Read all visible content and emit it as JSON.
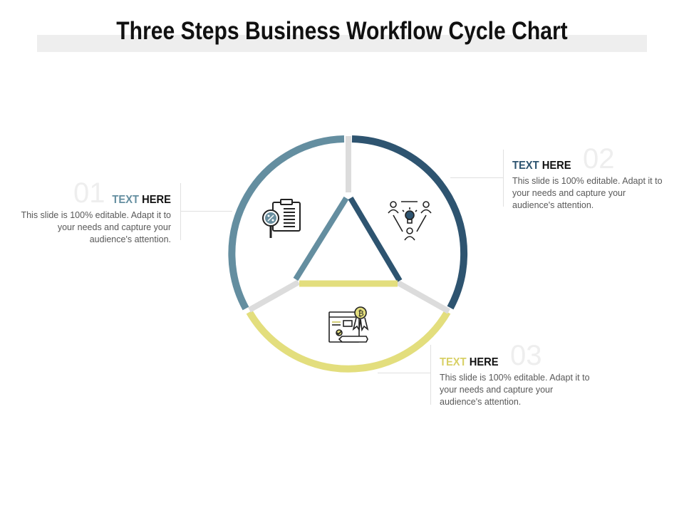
{
  "title": "Three Steps Business Workflow Cycle Chart",
  "colors": {
    "step1": "#648ea0",
    "step2": "#2e5470",
    "step3": "#e3de7d",
    "separator": "#dcdcdc",
    "heading_dark": "#111111",
    "body_text": "#595959"
  },
  "steps": [
    {
      "number": "01",
      "heading_colored": "TEXT",
      "heading_dark": "HERE",
      "description": "This slide is 100% editable. Adapt it to your needs and capture your audience's attention.",
      "icon": "clipboard-percent-magnifier-icon"
    },
    {
      "number": "02",
      "heading_colored": "TEXT",
      "heading_dark": "HERE",
      "description": "This slide is 100% editable. Adapt it to your needs and capture your audience's attention.",
      "icon": "team-idea-bulb-icon"
    },
    {
      "number": "03",
      "heading_colored": "TEXT",
      "heading_dark": "HERE",
      "description": "This slide is 100% editable. Adapt it to your needs and capture your audience's attention.",
      "icon": "bitcoin-certificate-pen-icon"
    }
  ]
}
